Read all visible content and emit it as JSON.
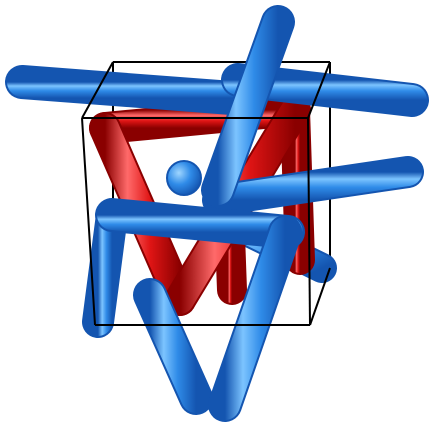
{
  "scene": {
    "background": "#ffffff",
    "colors": {
      "blue_light": "#7cc4ff",
      "blue": "#2f8be8",
      "blue_dark": "#1455b0",
      "red_light": "#ff6a6a",
      "red": "#e01515",
      "red_dark": "#8a0000",
      "cell_edge": "#000000"
    },
    "elements": [
      {
        "name": "unit-cell-box",
        "kind": "wireframe cube"
      },
      {
        "name": "red-rod-group",
        "kind": "triangular rod network",
        "color": "red"
      },
      {
        "name": "blue-rod-group",
        "kind": "rod network",
        "color": "blue"
      }
    ]
  }
}
